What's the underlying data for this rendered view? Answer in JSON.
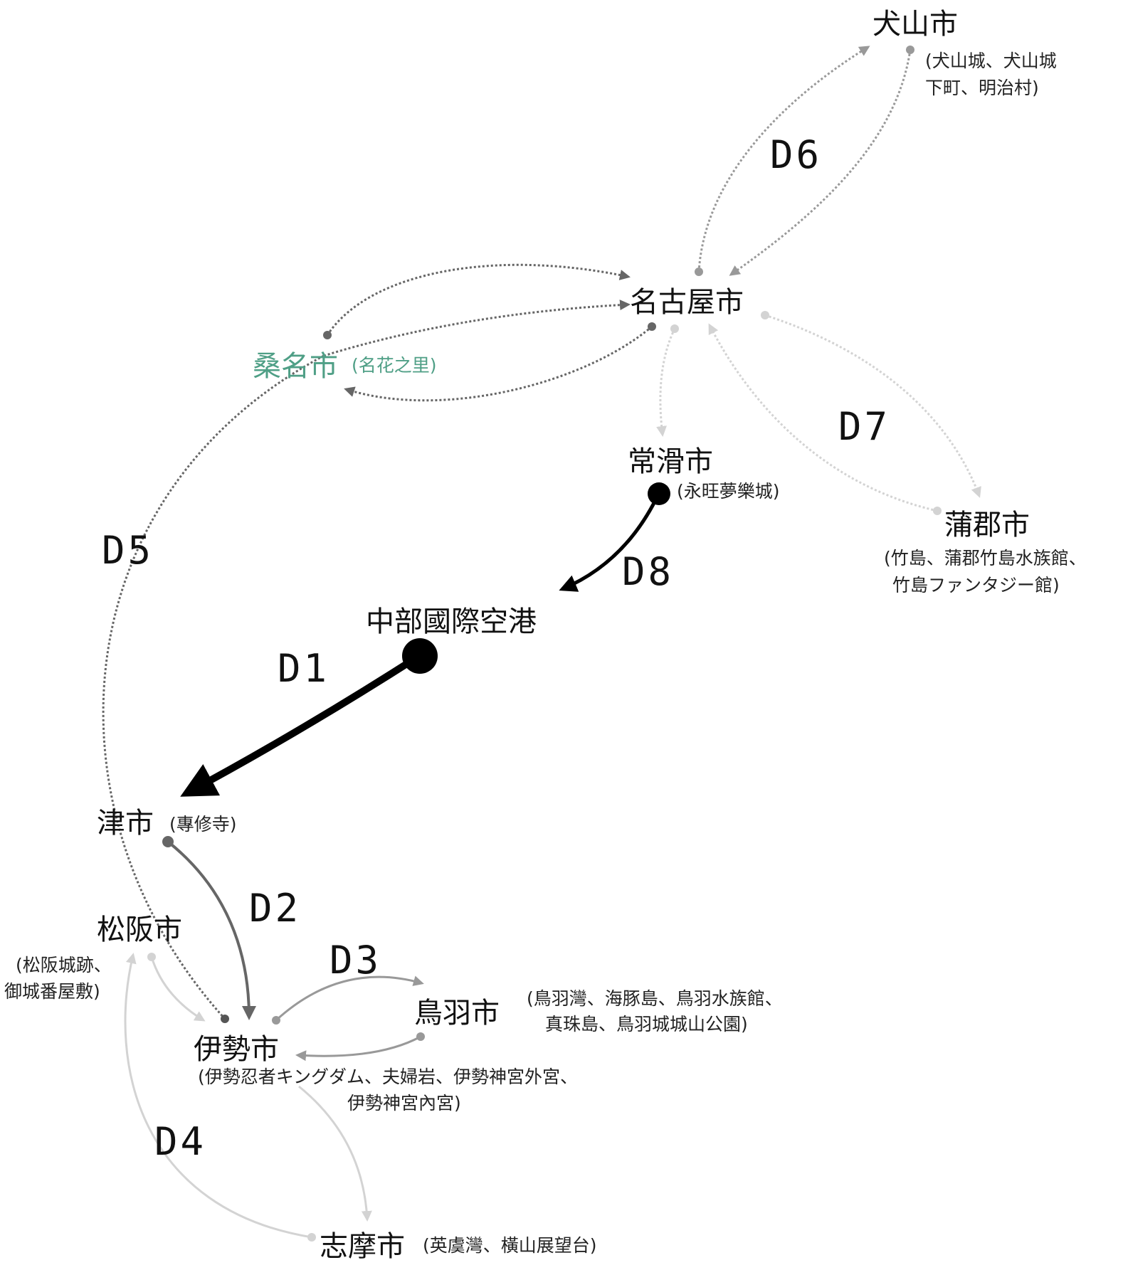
{
  "colors": {
    "accent_city": "#4f9f86",
    "strong": "#000000",
    "dark": "#666666",
    "mid": "#999999",
    "light": "#d3d3d3"
  },
  "cities": {
    "inuyama": {
      "name": "犬山市",
      "sub1": "(犬山城、犬山城",
      "sub2": "下町、明治村)"
    },
    "nagoya": {
      "name": "名古屋市"
    },
    "kuwana": {
      "name": "桑名市",
      "sub": "(名花之里)"
    },
    "tokoname": {
      "name": "常滑市",
      "sub": "(永旺夢樂城)"
    },
    "gamagori": {
      "name": "蒲郡市",
      "sub1": "(竹島、蒲郡竹島水族館、",
      "sub2": "竹島ファンタジー館)"
    },
    "centrair": {
      "name": "中部國際空港"
    },
    "tsu": {
      "name": "津市",
      "sub": "(專修寺)"
    },
    "matsusaka": {
      "name": "松阪市",
      "sub1": "(松阪城跡、",
      "sub2": "御城番屋敷)"
    },
    "ise": {
      "name": "伊勢市",
      "sub1": "(伊勢忍者キングダム、夫婦岩、伊勢神宮外宮、",
      "sub2": "伊勢神宮內宮)"
    },
    "toba": {
      "name": "鳥羽市",
      "sub1": "(鳥羽灣、海豚島、鳥羽水族館、",
      "sub2": "真珠島、鳥羽城城山公園)"
    },
    "shima": {
      "name": "志摩市",
      "sub": "(英虞灣、橫山展望台)"
    }
  },
  "days": {
    "d1": "D1",
    "d2": "D2",
    "d3": "D3",
    "d4": "D4",
    "d5": "D5",
    "d6": "D6",
    "d7": "D7",
    "d8": "D8"
  }
}
